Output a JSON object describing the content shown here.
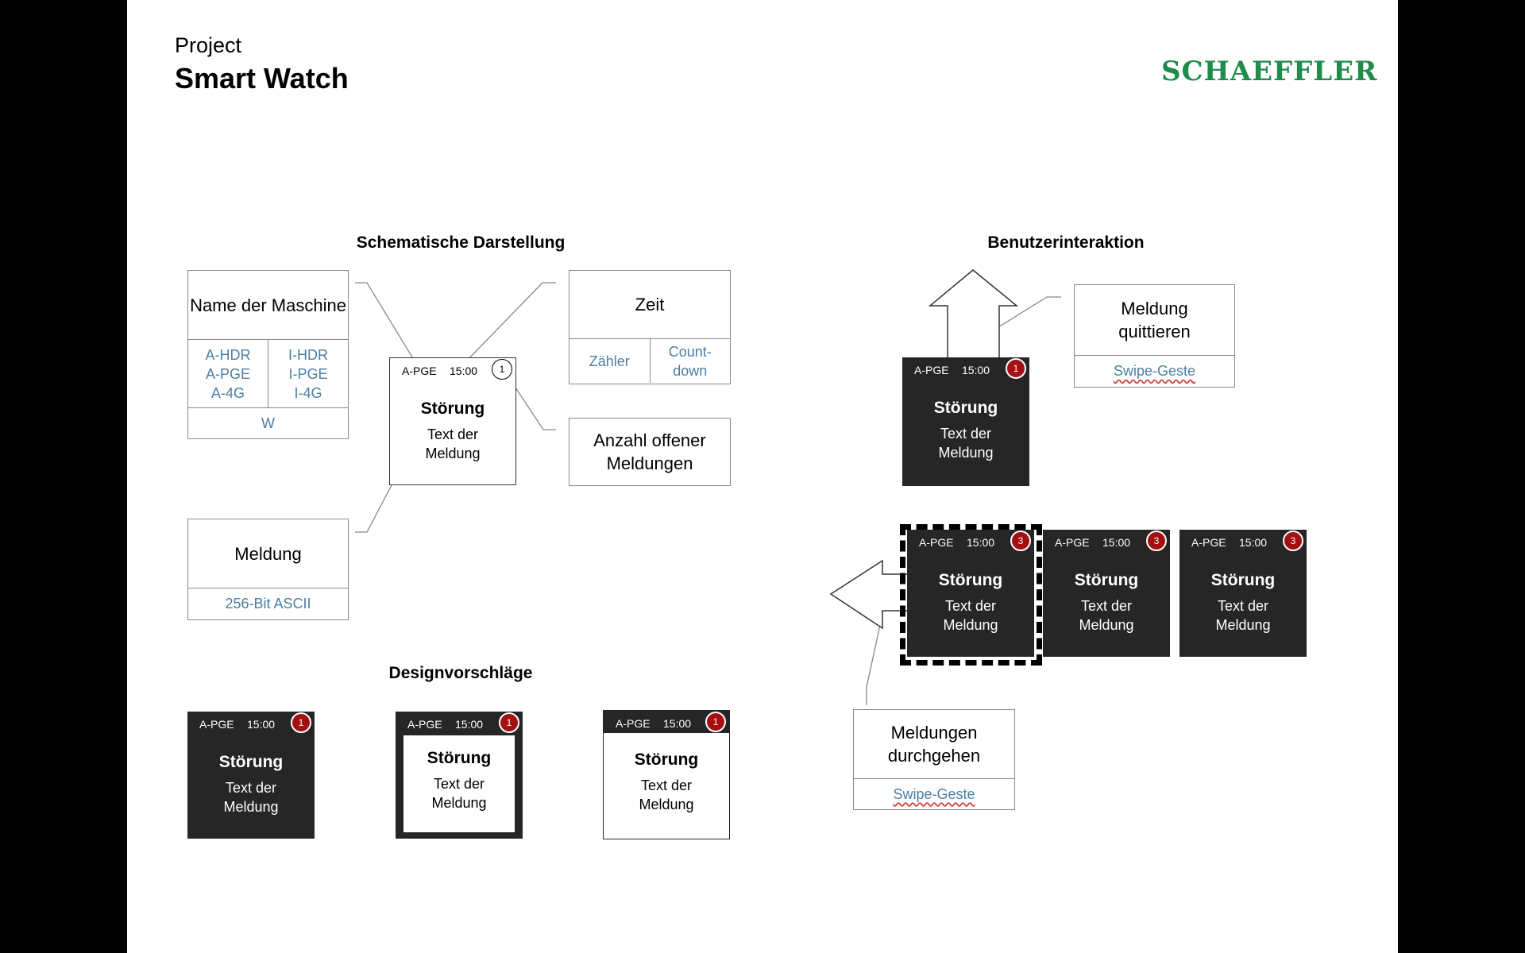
{
  "header": {
    "kicker": "Project",
    "title": "Smart Watch",
    "logo": "SCHAEFFLER"
  },
  "sections": {
    "schematic": "Schematische Darstellung",
    "interaction": "Benutzerinteraktion",
    "design": "Designvorschläge"
  },
  "schematic": {
    "machine_box": {
      "title": "Name der Maschine",
      "col_a": [
        "A-HDR",
        "A-PGE",
        "A-4G"
      ],
      "col_i": [
        "I-HDR",
        "I-PGE",
        "I-4G"
      ],
      "footer": "W"
    },
    "message_box": {
      "title": "Meldung",
      "footer": "256-Bit ASCII"
    },
    "time_box": {
      "title": "Zeit",
      "left": "Zähler",
      "right_line1": "Count-",
      "right_line2": "down"
    },
    "count_box": {
      "title": "Anzahl offener Meldungen"
    }
  },
  "interaction": {
    "ack_box": {
      "title": "Meldung quittieren",
      "footer": "Swipe-Geste"
    },
    "browse_box": {
      "title": "Meldungen durchgehen",
      "footer": "Swipe-Geste"
    }
  },
  "watches": {
    "schematic": {
      "machine": "A-PGE",
      "time": "15:00",
      "badge": "1",
      "heading": "Störung",
      "line1": "Text der",
      "line2": "Meldung"
    },
    "ack": {
      "machine": "A-PGE",
      "time": "15:00",
      "badge": "1",
      "heading": "Störung",
      "line1": "Text der",
      "line2": "Meldung"
    },
    "browse1": {
      "machine": "A-PGE",
      "time": "15:00",
      "badge": "3",
      "heading": "Störung",
      "line1": "Text der",
      "line2": "Meldung"
    },
    "browse2": {
      "machine": "A-PGE",
      "time": "15:00",
      "badge": "3",
      "heading": "Störung",
      "line1": "Text der",
      "line2": "Meldung"
    },
    "browse3": {
      "machine": "A-PGE",
      "time": "15:00",
      "badge": "3",
      "heading": "Störung",
      "line1": "Text der",
      "line2": "Meldung"
    },
    "design1": {
      "machine": "A-PGE",
      "time": "15:00",
      "badge": "1",
      "heading": "Störung",
      "line1": "Text der",
      "line2": "Meldung"
    },
    "design2": {
      "machine": "A-PGE",
      "time": "15:00",
      "badge": "1",
      "heading": "Störung",
      "line1": "Text der",
      "line2": "Meldung"
    },
    "design3": {
      "machine": "A-PGE",
      "time": "15:00",
      "badge": "1",
      "heading": "Störung",
      "line1": "Text der",
      "line2": "Meldung"
    }
  },
  "colors": {
    "watch_dark": "#262626",
    "badge_red": "#a50f12",
    "link_blue": "#4a7ea5",
    "logo_green": "#1f8b4c"
  }
}
